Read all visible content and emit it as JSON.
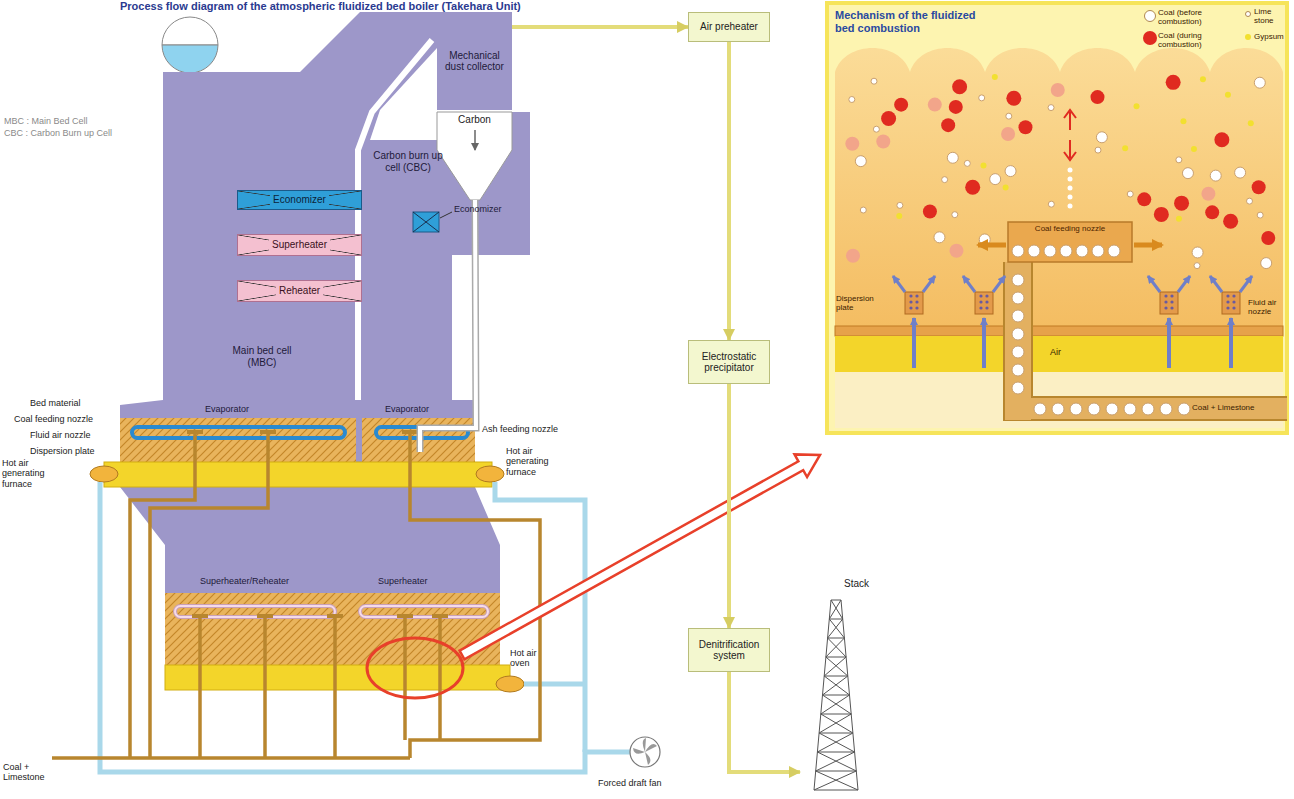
{
  "diagram": {
    "title": "Process flow diagram of the atmospheric fluidized bed boiler (Takehara Unit)",
    "nodes": [
      {
        "text": [
          "Economizer"
        ]
      },
      {
        "text": [
          "Superheater"
        ]
      },
      {
        "text": [
          "Reheater"
        ]
      },
      {
        "text": [
          "Mechanical dust collector"
        ]
      },
      {
        "text": [
          "Carbon"
        ]
      },
      {
        "text": [
          "Air preheater"
        ]
      },
      {
        "text": [
          "Electrostatic precipitator"
        ]
      },
      {
        "text": [
          "Denitrification system"
        ]
      },
      {
        "text": [
          "Stack"
        ]
      },
      {
        "text": [
          "Mechanism of the fluidized bed combustion"
        ]
      },
      {
        "text": [
          "Coal feeding nozzle"
        ],
        "in": 9
      }
    ],
    "edges": [
      {
        "from": 3,
        "to": 5,
        "arrow": "to"
      },
      {
        "from": 5,
        "to": 6,
        "arrow": "to"
      },
      {
        "from": 6,
        "to": 7,
        "arrow": "to"
      },
      {
        "from": 7,
        "to": 8,
        "arrow": "to"
      }
    ],
    "labels": [
      "MBC : Main Bed Cell",
      "CBC : Carbon Burn up Cell",
      "Carbon burn up cell (CBC)",
      "Economizer",
      "Main bed cell (MBC)",
      "Bed material",
      "Coal feeding nozzle",
      "Fluid air nozzle",
      "Dispersion plate",
      "Evaporator",
      "Evaporator",
      "Ash feeding nozzle",
      "Hot air generating furnace",
      "Hot air generating furnace",
      "Superheater/Reheater",
      "Superheater",
      "Hot air oven",
      "Coal + Limestone",
      "Forced draft fan",
      "Fluid air nozzle",
      "Dispersion plate",
      "Air",
      "Coal + Limestone"
    ],
    "legend": [
      {
        "text": "Coal (before combustion)",
        "color": "#ffffff"
      },
      {
        "text": "Coal (during combustion)",
        "color": "#e02a20"
      },
      {
        "text": "Lime stone",
        "color": "#ffffff"
      },
      {
        "text": "Gypsum",
        "color": "#f2e030"
      }
    ]
  }
}
